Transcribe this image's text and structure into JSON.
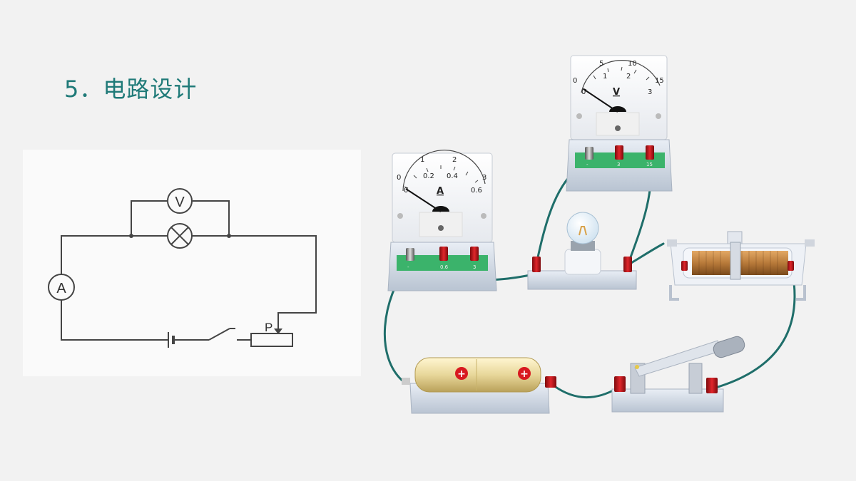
{
  "slide": {
    "title": "5．电路设计"
  },
  "schematic": {
    "voltmeter_symbol": "V",
    "ammeter_symbol": "A",
    "rheostat_slider_label": "P",
    "lamp_symbol": "lamp-icon"
  },
  "ammeter": {
    "unit": "A",
    "scale_top": [
      "0",
      "1",
      "2",
      "3"
    ],
    "scale_bottom": [
      "0",
      "0.2",
      "0.4",
      "0.6"
    ],
    "terminals": [
      "-",
      "0.6",
      "3"
    ]
  },
  "voltmeter": {
    "unit": "V",
    "scale_top": [
      "0",
      "5",
      "10",
      "15"
    ],
    "scale_bottom": [
      "0",
      "1",
      "2",
      "3"
    ],
    "terminals": [
      "-",
      "3",
      "15"
    ]
  },
  "battery": {
    "cells": [
      "+",
      "+"
    ]
  },
  "colors": {
    "title": "#1f7a78",
    "wire": "#1f6e6a",
    "terminal_red": "#c8141a",
    "meter_base_green": "#3bb36b",
    "battery_gold": "#e8d79a",
    "coil_copper": "#b87a3a"
  }
}
